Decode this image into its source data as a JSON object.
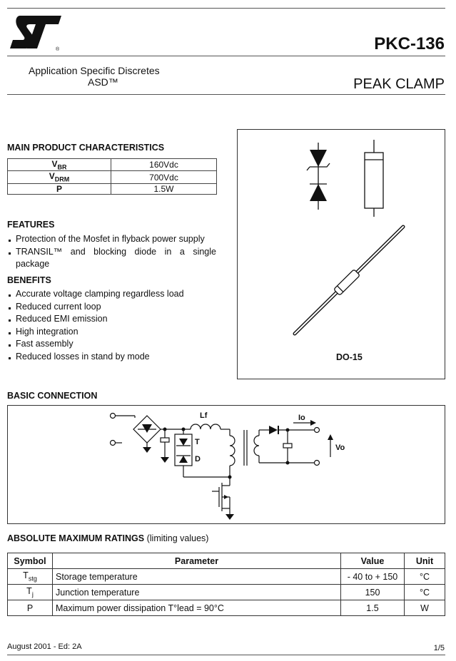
{
  "header": {
    "logo_text": "ST",
    "part_number": "PKC-136",
    "subtitle_line1": "Application Specific Discretes",
    "subtitle_line2": "ASD™",
    "product_name": "PEAK CLAMP"
  },
  "main_characteristics": {
    "title": "MAIN PRODUCT CHARACTERISTICS",
    "rows": [
      {
        "sym": "V",
        "sub": "BR",
        "value": "160Vdc"
      },
      {
        "sym": "V",
        "sub": "DRM",
        "value": "700Vdc"
      },
      {
        "sym": "P",
        "sub": "",
        "value": "1.5W"
      }
    ]
  },
  "features": {
    "title": "FEATURES",
    "items": [
      "Protection of the Mosfet in flyback power supply",
      "TRANSIL™ and blocking diode in a single package"
    ]
  },
  "benefits": {
    "title": "BENEFITS",
    "items": [
      "Accurate voltage clamping regardless load",
      "Reduced current loop",
      "Reduced EMI emission",
      "High integration",
      "Fast assembly",
      "Reduced losses in stand by mode"
    ]
  },
  "package": {
    "label": "DO-15"
  },
  "basic_connection": {
    "title": "BASIC CONNECTION",
    "labels": {
      "lf": "Lf",
      "t": "T",
      "d": "D",
      "io": "Io",
      "vo": "Vo"
    }
  },
  "ratings": {
    "title": "ABSOLUTE  MAXIMUM RATINGS",
    "title_note": "(limiting values)",
    "headers": [
      "Symbol",
      "Parameter",
      "Value",
      "Unit"
    ],
    "rows": [
      {
        "sym": "T",
        "sub": "stg",
        "param": "Storage temperature",
        "value": "- 40  to + 150",
        "unit": "°C"
      },
      {
        "sym": "T",
        "sub": "j",
        "param": "Junction temperature",
        "value": "150",
        "unit": "°C"
      },
      {
        "sym": "P",
        "sub": "",
        "param": "Maximum power dissipation T°lead = 90°C",
        "value": "1.5",
        "unit": "W"
      }
    ]
  },
  "footer": {
    "date": "August  2001 - Ed: 2A",
    "page": "1/5"
  }
}
